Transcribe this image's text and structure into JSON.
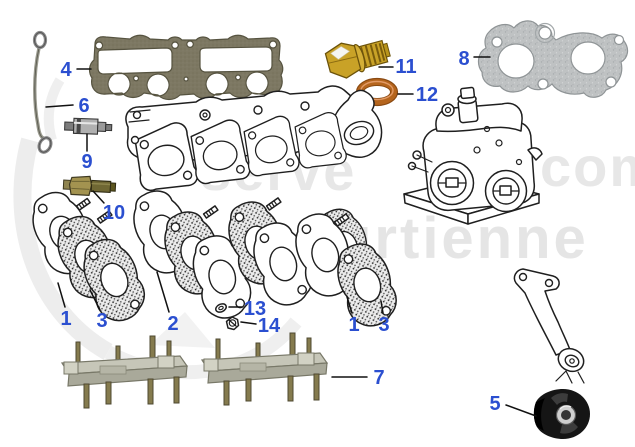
{
  "diagram": {
    "background_color": "#ffffff",
    "watermark": {
      "fragment_serve": "serve",
      "fragment_com": "com",
      "fragment_urtienne": "urtienne",
      "color": "#e5e5e5"
    }
  },
  "palette": {
    "callout_blue": "#2b4fd0",
    "leader_black": "#111111",
    "line_art_black": "#1f1f1f",
    "gasket_olive": "#7d7863",
    "gasket_speckled_gray": "#bfc2c3",
    "brass_gold": "#c9a227",
    "copper_washer": "#b5651d",
    "steel_gray": "#b0b0b0",
    "brass_fitting_olive": "#8f8450",
    "stud_olive": "#857b4e",
    "plate_metal_gray": "#c6c6b8",
    "rubber_black": "#151515"
  },
  "callouts": [
    {
      "label": "4"
    },
    {
      "label": "6"
    },
    {
      "label": "9"
    },
    {
      "label": "10"
    },
    {
      "label": "11"
    },
    {
      "label": "12"
    },
    {
      "label": "8"
    },
    {
      "label": "1"
    },
    {
      "label": "3"
    },
    {
      "label": "2"
    },
    {
      "label": "13"
    },
    {
      "label": "14"
    },
    {
      "label": "1"
    },
    {
      "label": "3"
    },
    {
      "label": "7"
    },
    {
      "label": "5"
    }
  ]
}
